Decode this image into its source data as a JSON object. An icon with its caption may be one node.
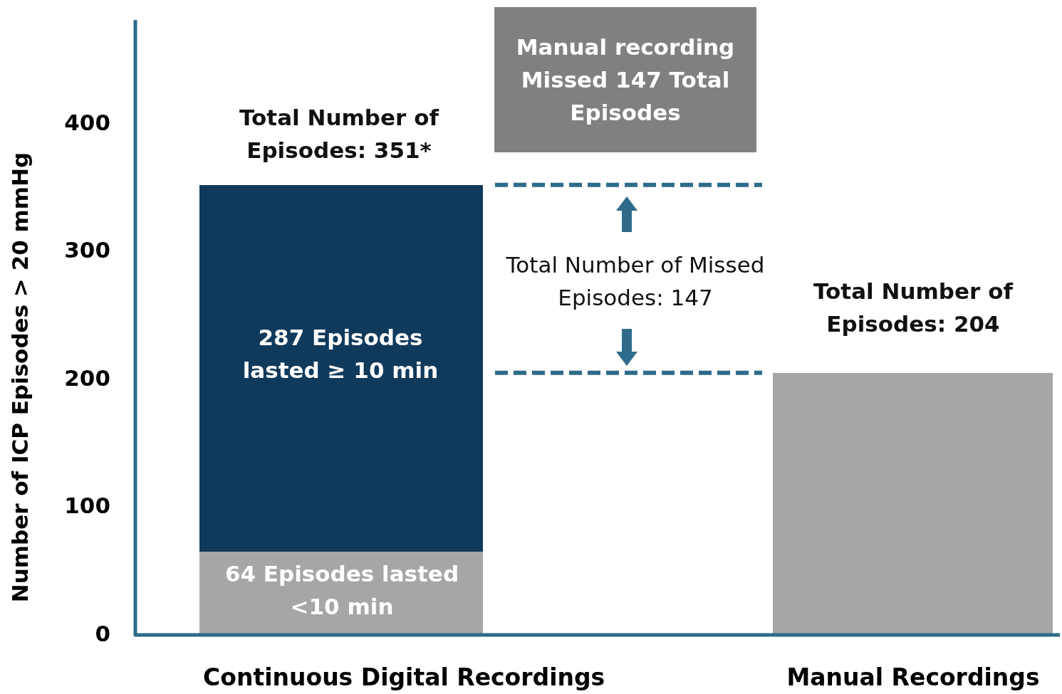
{
  "diagram": {
    "nodes": [
      {
        "text": [
          "Manual recording Missed 147 Total Episodes"
        ]
      }
    ],
    "chart_data": {
      "type": "bar",
      "stacked": true,
      "ylabel": "Number of ICP Episodes > 20 mmHg",
      "categories": [
        "Continuous Digital Recordings",
        "Manual Recordings"
      ],
      "yticks": [
        0,
        100,
        200,
        300,
        400
      ],
      "ylim": [
        0,
        480
      ],
      "series": [
        {
          "color": "#a6a6a6",
          "values": [
            64,
            204
          ]
        },
        {
          "color": "#103a5c",
          "values": [
            287,
            null
          ]
        }
      ],
      "annotations": [
        "Total Number of Episodes: 351*",
        "287 Episodes lasted ≥ 10 min",
        "64 Episodes lasted <10 min",
        "Total Number of Missed Episodes: 147",
        "Total Number of Episodes: 204"
      ]
    }
  }
}
